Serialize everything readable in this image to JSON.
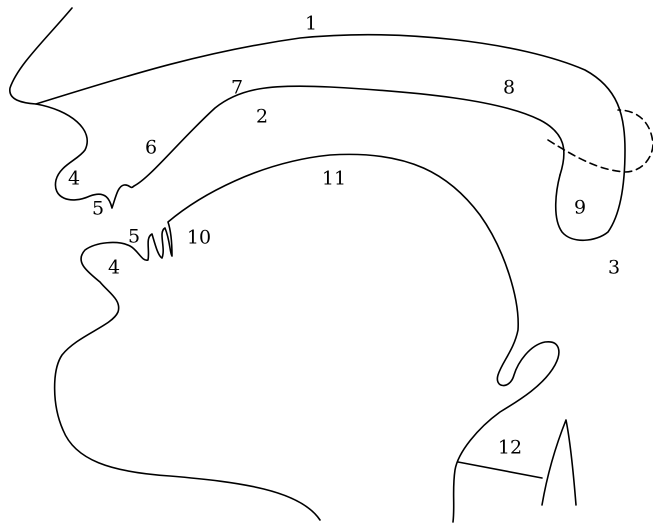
{
  "labels": {
    "l1": "1",
    "l2": "2",
    "l3": "3",
    "l4_upper": "4",
    "l4_lower": "4",
    "l5_upper": "5",
    "l5_lower": "5",
    "l6": "6",
    "l7": "7",
    "l8": "8",
    "l9": "9",
    "l10": "10",
    "l11": "11",
    "l12": "12"
  }
}
